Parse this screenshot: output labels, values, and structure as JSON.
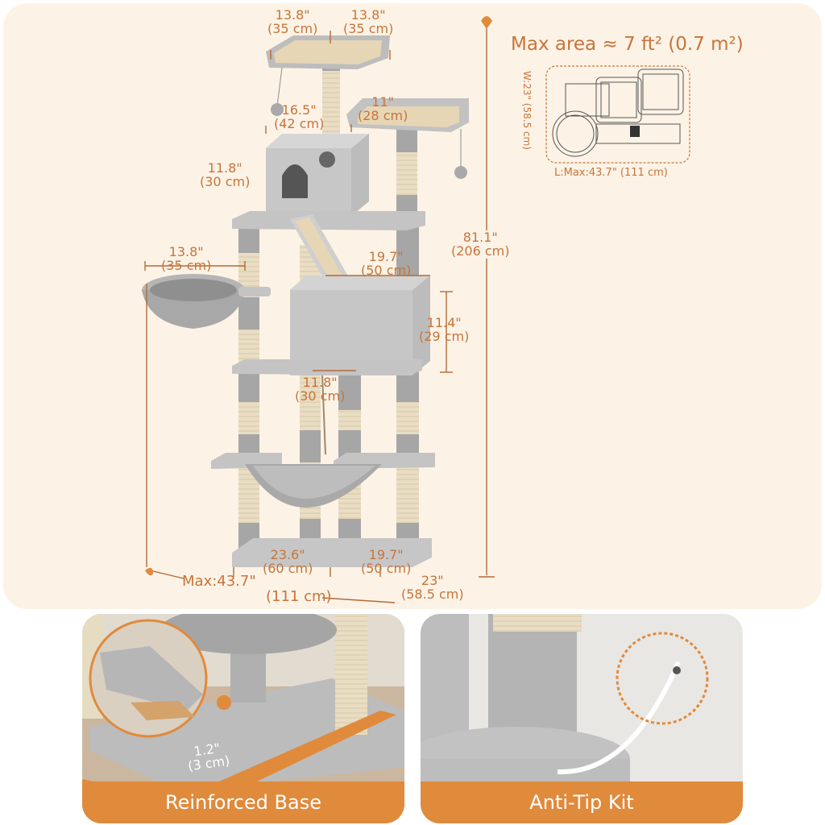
{
  "colors": {
    "background": "#fcf3e6",
    "accent": "#e08a3c",
    "label_text": "#c8743a",
    "plush_grey": "#b9b9b9",
    "sisal": "#e8dcc1"
  },
  "area": {
    "title": "Max area ≈ 7 ft² (0.7 m²)",
    "width_label": "W:23\" (58.5 cm)",
    "length_label": "L:Max:43.7\" (111 cm)"
  },
  "dimensions": {
    "top_left": {
      "in": "13.8\"",
      "cm": "(35 cm)"
    },
    "top_right": {
      "in": "13.8\"",
      "cm": "(35 cm)"
    },
    "condo_width": {
      "in": "16.5\"",
      "cm": "(42 cm)"
    },
    "perch_width": {
      "in": "11\"",
      "cm": "(28 cm)"
    },
    "condo_height": {
      "in": "11.8\"",
      "cm": "(30 cm)"
    },
    "basket_width": {
      "in": "13.8\"",
      "cm": "(35 cm)"
    },
    "mid_condo_width": {
      "in": "19.7\"",
      "cm": "(50 cm)"
    },
    "mid_condo_height": {
      "in": "11.4\"",
      "cm": "(29 cm)"
    },
    "platform_gap": {
      "in": "11.8\"",
      "cm": "(30 cm)"
    },
    "total_height": {
      "in": "81.1\"",
      "cm": "(206 cm)"
    },
    "base_width": {
      "in": "23.6\"",
      "cm": "(60 cm)"
    },
    "base_depth": {
      "in": "19.7\"",
      "cm": "(50 cm)"
    },
    "max_width": {
      "prefix": "Max:",
      "in": "43.7\"",
      "cm": "(111 cm)"
    },
    "depth": {
      "in": "23\"",
      "cm": "(58.5 cm)"
    },
    "base_thickness": {
      "in": "1.2\"",
      "cm": "(3 cm)"
    }
  },
  "captions": {
    "reinforced_base": "Reinforced Base",
    "anti_tip_kit": "Anti-Tip Kit"
  }
}
